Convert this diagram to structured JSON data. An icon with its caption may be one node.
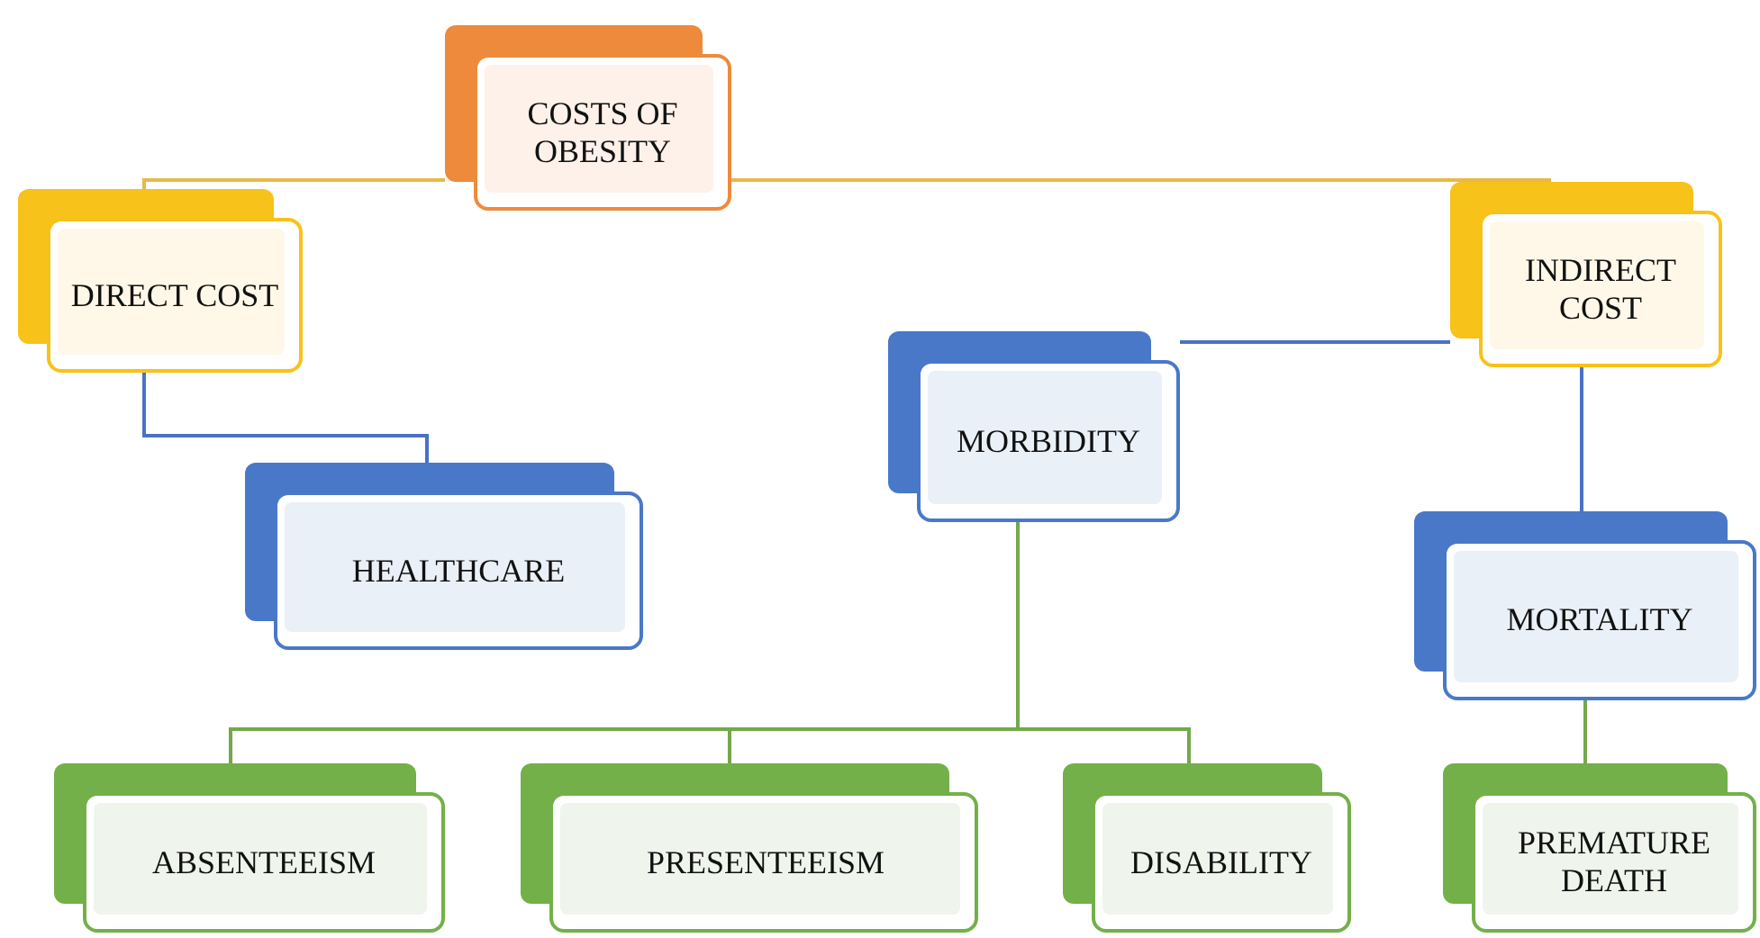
{
  "diagram": {
    "nodes": [
      {
        "text": [
          "COSTS OF OBESITY"
        ]
      },
      {
        "text": [
          "DIRECT COST"
        ]
      },
      {
        "text": [
          "INDIRECT COST"
        ]
      },
      {
        "text": [
          "HEALTHCARE"
        ]
      },
      {
        "text": [
          "MORBIDITY"
        ]
      },
      {
        "text": [
          "MORTALITY"
        ]
      },
      {
        "text": [
          "ABSENTEEISM"
        ]
      },
      {
        "text": [
          "PRESENTEEISM"
        ]
      },
      {
        "text": [
          "DISABILITY"
        ]
      },
      {
        "text": [
          "PREMATURE DEATH"
        ]
      }
    ],
    "edges": [
      {
        "from": 0,
        "to": 1,
        "arrow": "none",
        "color": "#e8b84a"
      },
      {
        "from": 0,
        "to": 2,
        "arrow": "none",
        "color": "#e8b84a"
      },
      {
        "from": 1,
        "to": 3,
        "arrow": "none",
        "color": "#4a72c4"
      },
      {
        "from": 2,
        "to": 4,
        "arrow": "none",
        "color": "#4a72c4"
      },
      {
        "from": 2,
        "to": 5,
        "arrow": "none",
        "color": "#4a72c4"
      },
      {
        "from": 4,
        "to": 6,
        "arrow": "none",
        "color": "#74a84a"
      },
      {
        "from": 4,
        "to": 7,
        "arrow": "none",
        "color": "#74a84a"
      },
      {
        "from": 4,
        "to": 8,
        "arrow": "none",
        "color": "#74a84a"
      },
      {
        "from": 5,
        "to": 9,
        "arrow": "none",
        "color": "#74a84a"
      }
    ]
  }
}
